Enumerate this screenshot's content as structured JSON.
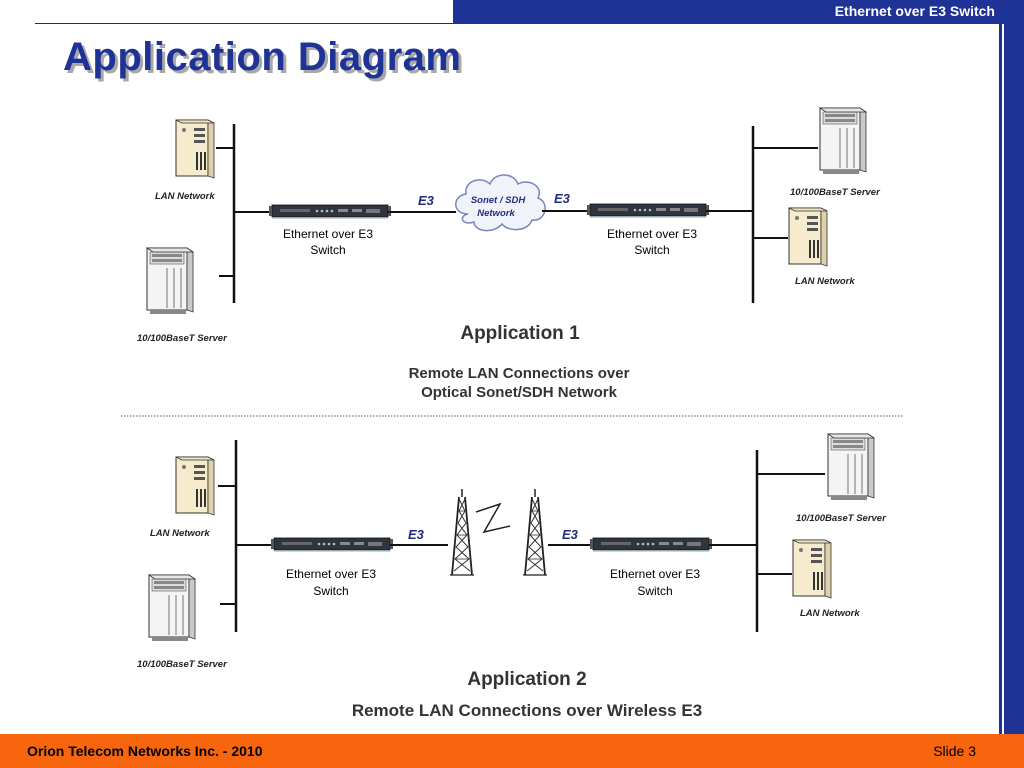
{
  "header": {
    "title": "Ethernet over E3 Switch"
  },
  "slide": {
    "title": "Application Diagram"
  },
  "app1": {
    "left_top_label": "LAN Network",
    "left_bottom_label": "10/100BaseT Server",
    "link_left": "E3",
    "link_right": "E3",
    "cloud_line1": "Sonet / SDH",
    "cloud_line2": "Network",
    "switch_left_line1": "Ethernet over E3",
    "switch_left_line2": "Switch",
    "switch_right_line1": "Ethernet over E3",
    "switch_right_line2": "Switch",
    "right_top_label": "10/100BaseT Server",
    "right_bottom_label": "LAN Network",
    "title": "Application 1",
    "subtitle_line1": "Remote LAN Connections over",
    "subtitle_line2": "Optical Sonet/SDH Network"
  },
  "app2": {
    "left_top_label": "LAN Network",
    "left_bottom_label": "10/100BaseT Server",
    "link_left": "E3",
    "link_right": "E3",
    "switch_left_line1": "Ethernet over E3",
    "switch_left_line2": "Switch",
    "switch_right_line1": "Ethernet over E3",
    "switch_right_line2": "Switch",
    "right_top_label": "10/100BaseT Server",
    "right_bottom_label": "LAN Network",
    "title": "Application 2",
    "subtitle": "Remote LAN Connections over Wireless E3"
  },
  "footer": {
    "company": "Orion Telecom Networks Inc. - 2010",
    "slide_number": "Slide 3"
  }
}
